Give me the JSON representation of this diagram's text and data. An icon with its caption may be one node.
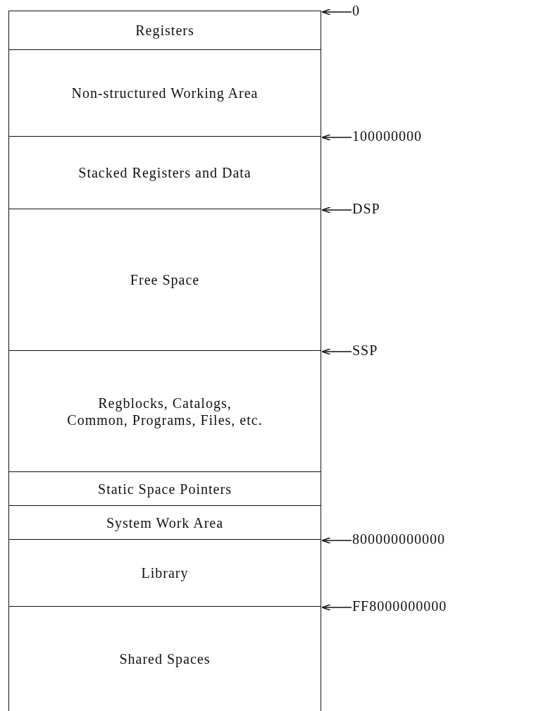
{
  "diagram": {
    "nodes": [
      {
        "text": [
          "Registers"
        ]
      },
      {
        "text": [
          "Non-structured Working Area"
        ]
      },
      {
        "text": [
          "Stacked Registers and Data"
        ]
      },
      {
        "text": [
          "Free Space"
        ]
      },
      {
        "text": [
          "Regblocks, Catalogs, Common, Programs, Files, etc."
        ]
      },
      {
        "text": [
          "Static Space Pointers"
        ]
      },
      {
        "text": [
          "System Work Area"
        ]
      },
      {
        "text": [
          "Library"
        ]
      },
      {
        "text": [
          "Shared Spaces"
        ]
      },
      {
        "text": [
          "0"
        ]
      },
      {
        "text": [
          "100000000"
        ]
      },
      {
        "text": [
          "DSP"
        ]
      },
      {
        "text": [
          "SSP"
        ]
      },
      {
        "text": [
          "800000000000"
        ]
      },
      {
        "text": [
          "FF8000000000"
        ]
      }
    ],
    "edges": [
      {
        "from": 9,
        "to": 0,
        "arrow": "to"
      },
      {
        "from": 10,
        "to": 2,
        "arrow": "to"
      },
      {
        "from": 11,
        "to": 3,
        "arrow": "to"
      },
      {
        "from": 12,
        "to": 4,
        "arrow": "to"
      },
      {
        "from": 13,
        "to": 7,
        "arrow": "to"
      },
      {
        "from": 14,
        "to": 8,
        "arrow": "to"
      }
    ]
  }
}
